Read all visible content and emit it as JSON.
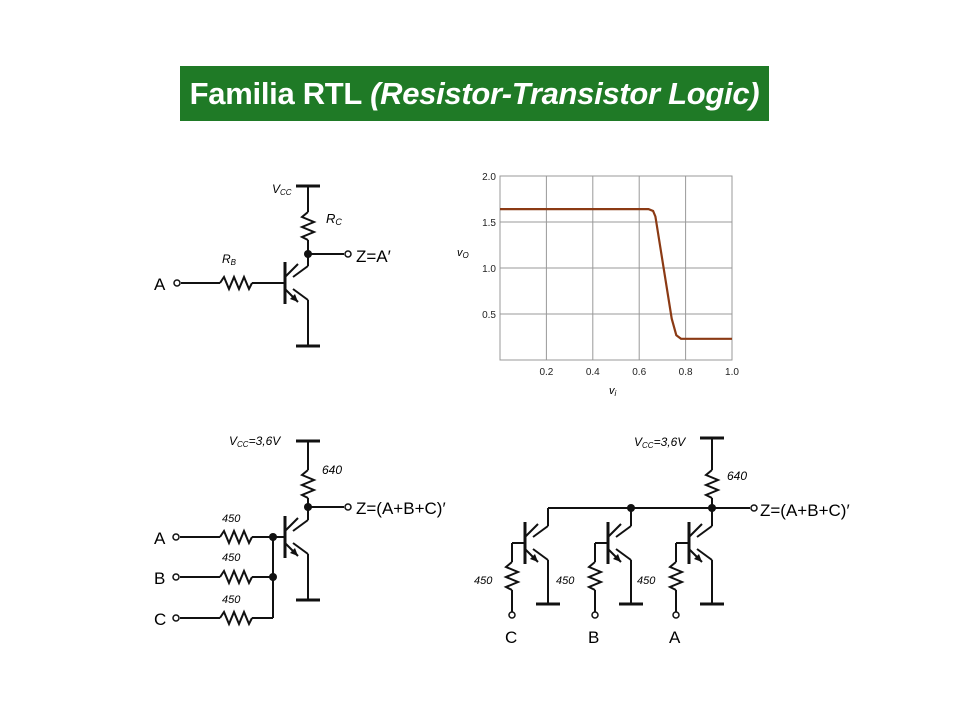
{
  "colors": {
    "title_bg": "#1f7a26",
    "title_fg": "#ffffff",
    "wire": "#111111",
    "curve": "#8b3a14",
    "grid": "#999999"
  },
  "title": {
    "main": "Familia RTL",
    "sub": "(Resistor-Transistor Logic)"
  },
  "inverter": {
    "vcc_main": "V",
    "vcc_sub": "CC",
    "rc_main": "R",
    "rc_sub": "C",
    "rb_main": "R",
    "rb_sub": "B",
    "input": "A",
    "output": "Z=A′"
  },
  "chart_data": {
    "type": "line",
    "xlabel_main": "v",
    "xlabel_sub": "i",
    "ylabel_main": "v",
    "ylabel_sub": "O",
    "xlim": [
      0,
      1.0
    ],
    "ylim": [
      0,
      2.0
    ],
    "xticks": [
      "0.2",
      "0.4",
      "0.6",
      "0.8",
      "1.0"
    ],
    "yticks": [
      "0.5",
      "1.0",
      "1.5",
      "2.0"
    ],
    "grid": true,
    "series": [
      {
        "x": [
          0.0,
          0.64,
          0.66,
          0.67,
          0.74,
          0.76,
          0.78,
          1.0
        ],
        "y": [
          1.64,
          1.64,
          1.62,
          1.56,
          0.45,
          0.27,
          0.23,
          0.23
        ]
      }
    ]
  },
  "nor_parallel": {
    "vcc": {
      "main": "V",
      "sub": "CC",
      "value": "=3,6V"
    },
    "rc": "640",
    "rb": [
      "450",
      "450",
      "450"
    ],
    "inputs": [
      "A",
      "B",
      "C"
    ],
    "output": "Z=(A+B+C)′"
  },
  "nor_series": {
    "vcc": {
      "main": "V",
      "sub": "CC",
      "value": "=3,6V"
    },
    "rc": "640",
    "rb": [
      "450",
      "450",
      "450"
    ],
    "inputs": [
      "C",
      "B",
      "A"
    ],
    "output": "Z=(A+B+C)′"
  }
}
